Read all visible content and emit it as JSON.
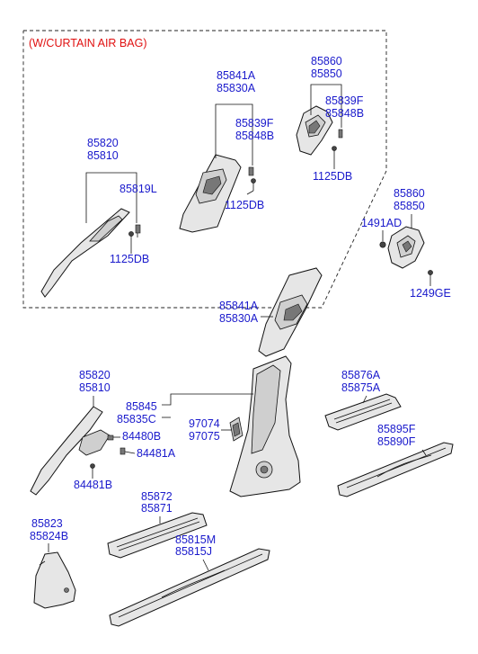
{
  "note": "(W/CURTAIN AIR BAG)",
  "labels": {
    "l85820a": "85820",
    "l85810a": "85810",
    "l85819L": "85819L",
    "l1125DBa": "1125DB",
    "l85841Aa": "85841A",
    "l85830Aa": "85830A",
    "l85839Fa": "85839F",
    "l85848Ba": "85848B",
    "l1125DBb": "1125DB",
    "l85860a": "85860",
    "l85850a": "85850",
    "l85839Fb": "85839F",
    "l85848Bb": "85848B",
    "l1125DBc": "1125DB",
    "l85860b": "85860",
    "l85850b": "85850",
    "l1491AD": "1491AD",
    "l1249GE": "1249GE",
    "l85841Ab": "85841A",
    "l85830Ab": "85830A",
    "l85820b": "85820",
    "l85810b": "85810",
    "l84480B": "84480B",
    "l84481A": "84481A",
    "l84481B": "84481B",
    "l85845": "85845",
    "l85835C": "85835C",
    "l97074": "97074",
    "l97075": "97075",
    "l85876A": "85876A",
    "l85875A": "85875A",
    "l85895F": "85895F",
    "l85890F": "85890F",
    "l85823": "85823",
    "l85824B": "85824B",
    "l85872": "85872",
    "l85871": "85871",
    "l85815M": "85815M",
    "l85815J": "85815J"
  }
}
